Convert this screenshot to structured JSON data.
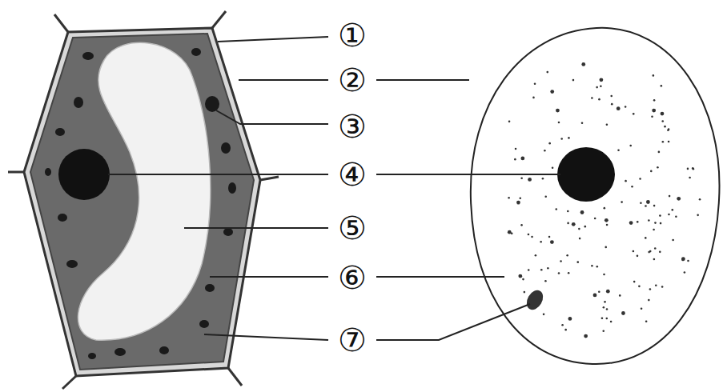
{
  "diagram": {
    "labels": [
      "①",
      "②",
      "③",
      "④",
      "⑤",
      "⑥",
      "⑦"
    ]
  }
}
